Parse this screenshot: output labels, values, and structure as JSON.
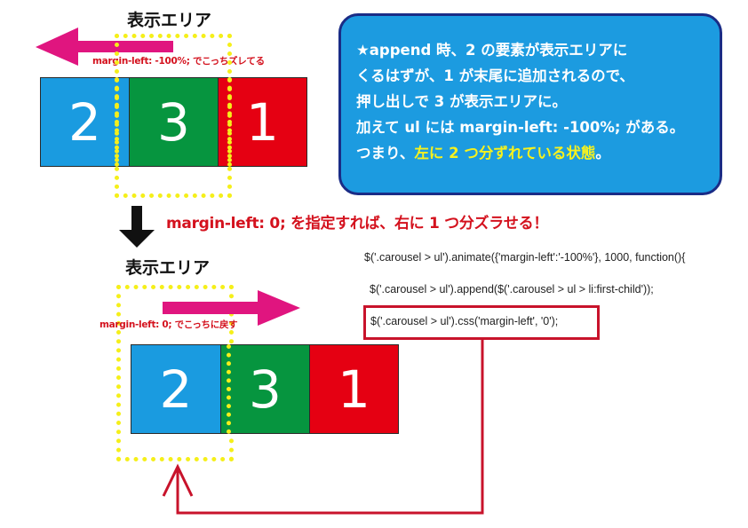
{
  "top_diagram": {
    "title": "表示エリア",
    "arrow_direction": "left",
    "note": "margin-left: -100%; でこっちズレてる",
    "cells": [
      {
        "label": "2",
        "color": "#1a9be0"
      },
      {
        "label": "3",
        "color": "#06953f"
      },
      {
        "label": "1",
        "color": "#e50012"
      }
    ]
  },
  "info_box": {
    "lines": [
      "★append 時、2 の要素が表示エリアに",
      "くるはずが、1 が末尾に追加されるので、",
      "押し出しで 3 が表示エリアに。",
      "加えて ul には margin-left: -100%; がある。"
    ],
    "last_line_prefix": "つまり、",
    "last_line_highlight": "左に 2 つ分ずれている状態",
    "last_line_suffix": "。",
    "background_color": "#1c9be0",
    "border_color": "#1a2c86",
    "highlight_color": "#f7f21d"
  },
  "transition": {
    "caption": "margin-left: 0; を指定すれば、右に 1 つ分ズラせる！"
  },
  "bottom_diagram": {
    "title": "表示エリア",
    "arrow_direction": "right",
    "note": "margin-left: 0; でこっちに戻す",
    "cells": [
      {
        "label": "2",
        "color": "#1a9be0"
      },
      {
        "label": "3",
        "color": "#06953f"
      },
      {
        "label": "1",
        "color": "#e50012"
      }
    ]
  },
  "code": {
    "lines": [
      "$('.carousel > ul').animate({'margin-left':'-100%'}, 1000, function(){",
      "$('.carousel > ul').append($('.carousel > ul > li:first-child'));",
      "$('.carousel > ul').css('margin-left', '0');"
    ],
    "highlighted_line_index": 2
  },
  "colors": {
    "arrow_magenta": "#e0157f",
    "dotted_yellow": "#f5ef1a",
    "accent_red": "#d4121e",
    "connector_red": "#c8132b"
  }
}
